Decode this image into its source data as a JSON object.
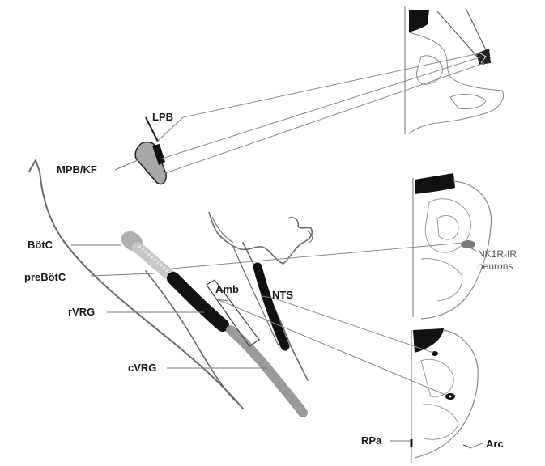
{
  "labels": {
    "lpb": "LPB",
    "mpb_kf": "MPB/KF",
    "botc": "BötC",
    "prebotc": "preBötC",
    "rvrg": "rVRG",
    "cvrg": "cVRG",
    "amb": "Amb",
    "nts": "NTS",
    "nk1r_line1": "NK1R-IR",
    "nk1r_line2": "neurons",
    "rpa": "RPa",
    "arc": "Arc"
  },
  "colors": {
    "outline": "#6b6b6b",
    "black_column": "#111111",
    "gray_column": "#9a9a9a",
    "light_gray": "#c8c8c8",
    "section_line": "#8a8a8a",
    "leader_line": "#7a7a7a"
  }
}
